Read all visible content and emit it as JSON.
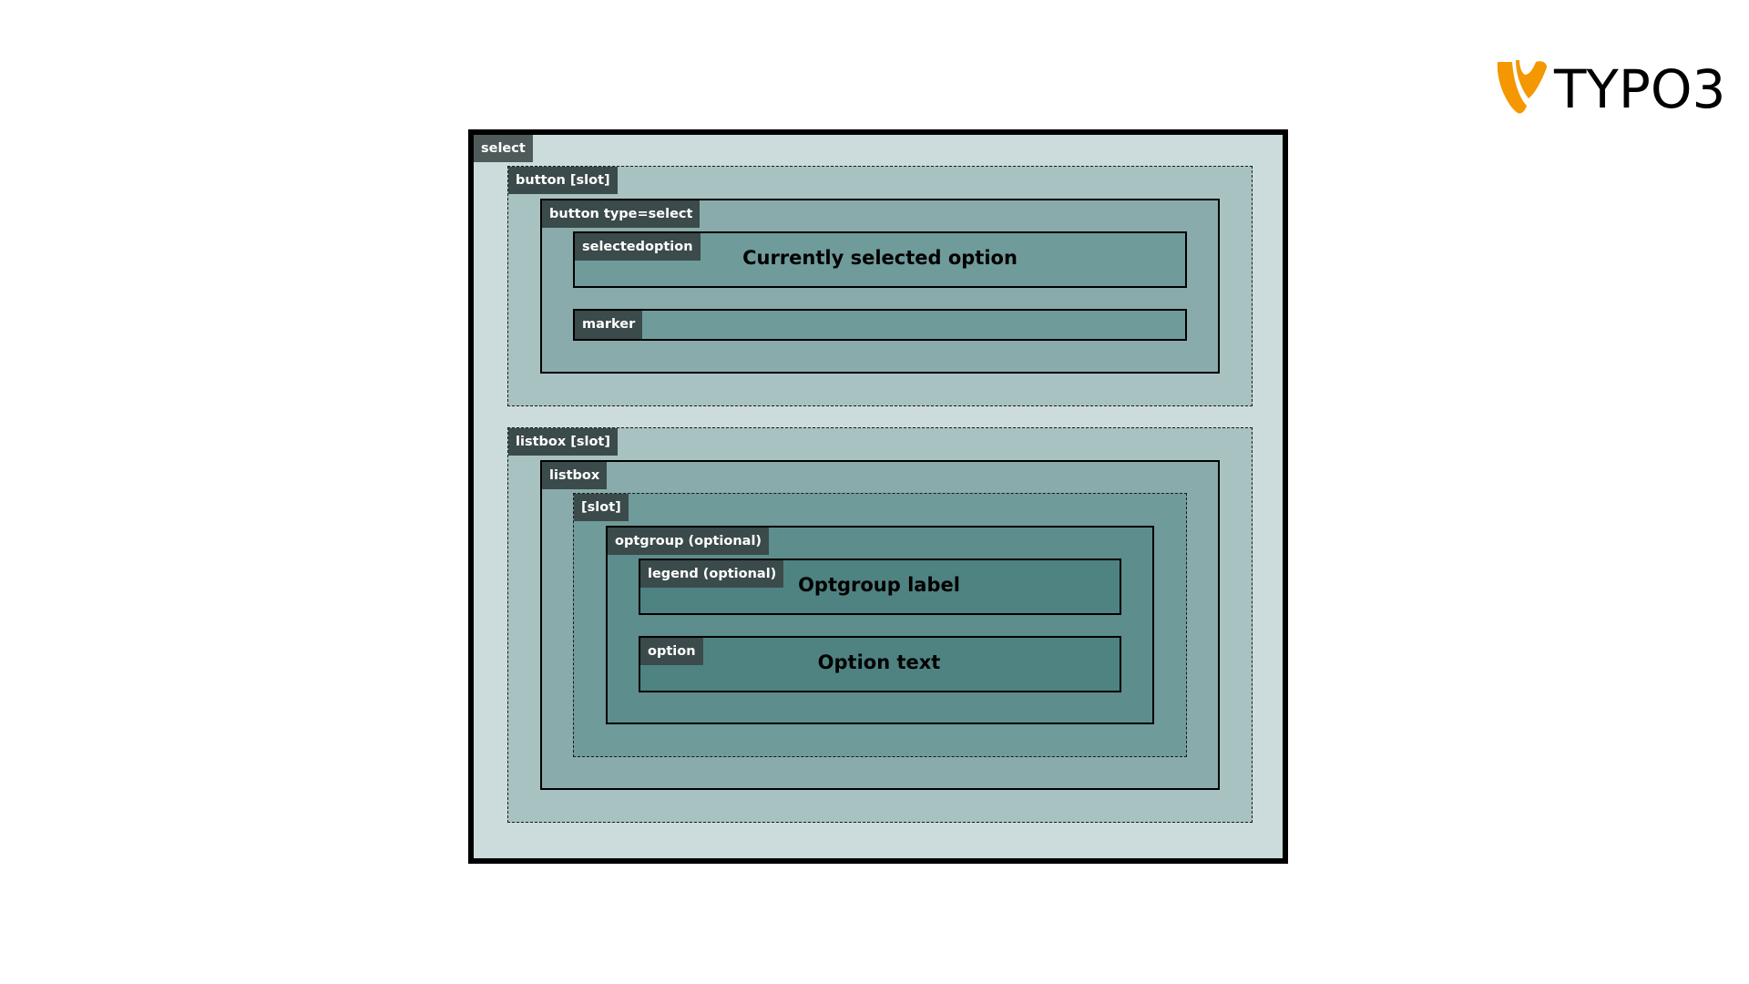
{
  "logo": {
    "text": "TYPO3",
    "mark_color": "#f49700"
  },
  "colors": {
    "level0": "#ccdcdc",
    "level1": "#a8c2c2",
    "level2": "#89abab",
    "level3": "#6f9b9a",
    "level4": "#5d8d8c",
    "level5": "#4f8382",
    "tag_bg": "#3b4a4a"
  },
  "diagram": {
    "select": {
      "tag": "select"
    },
    "button_slot": {
      "tag": "button [slot]"
    },
    "button_type_select": {
      "tag": "button type=select"
    },
    "selectedoption": {
      "tag": "selectedoption",
      "content": "Currently selected option"
    },
    "marker": {
      "tag": "marker"
    },
    "listbox_slot": {
      "tag": "listbox [slot]"
    },
    "listbox": {
      "tag": "listbox"
    },
    "slot": {
      "tag": "[slot]"
    },
    "optgroup": {
      "tag": "optgroup (optional)"
    },
    "legend": {
      "tag": "legend (optional)",
      "content": "Optgroup label"
    },
    "option": {
      "tag": "option",
      "content": "Option text"
    }
  }
}
